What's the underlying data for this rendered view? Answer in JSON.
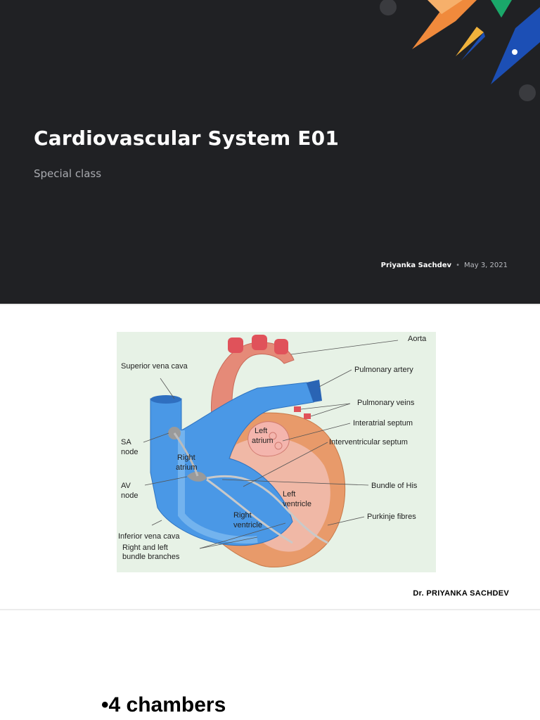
{
  "slide1": {
    "title": "Cardiovascular System E01",
    "subtitle": "Special class",
    "author": "Priyanka Sachdev",
    "separator": "•",
    "date": "May 3, 2021"
  },
  "slide2": {
    "labels": {
      "aorta": "Aorta",
      "superior_vena_cava": "Superior vena cava",
      "pulmonary_artery": "Pulmonary artery",
      "pulmonary_veins": "Pulmonary veins",
      "interatrial_septum": "Interatrial septum",
      "sa_node_1": "SA",
      "sa_node_2": "node",
      "interventricular_septum": "Interventricular septum",
      "left_atrium_1": "Left",
      "left_atrium_2": "atrium",
      "right_atrium_1": "Right",
      "right_atrium_2": "atrium",
      "av_node_1": "AV",
      "av_node_2": "node",
      "bundle_of_his": "Bundle of His",
      "left_ventricle_1": "Left",
      "left_ventricle_2": "ventricle",
      "right_ventricle_1": "Right",
      "right_ventricle_2": "ventricle",
      "purkinje_fibres": "Purkinje fibres",
      "inferior_vena_cava": "Inferior vena cava",
      "bundle_branches_1": "Right and left",
      "bundle_branches_2": "bundle branches"
    },
    "credit": "Dr. PRIYANKA SACHDEV"
  },
  "slide3": {
    "bullet": "•4 chambers"
  },
  "colors": {
    "dark_bg": "#202124",
    "diagram_bg": "#e7f2e6",
    "heart_red": "#e58a78",
    "heart_blue": "#3d8fe0",
    "heart_outer": "#e89a6a"
  }
}
